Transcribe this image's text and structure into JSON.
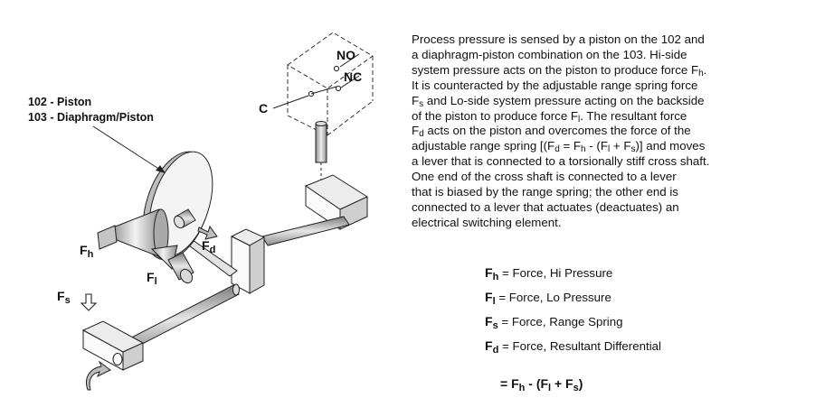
{
  "diagram": {
    "labels": {
      "no": "NO",
      "nc": "NC",
      "c": "C",
      "piston_102": "102 - Piston",
      "diaphragm_103": "103 - Diaphragm/Piston"
    },
    "forces": {
      "fh_main": "F",
      "fh_sub": "h",
      "fd_main": "F",
      "fd_sub": "d",
      "fl_main": "F",
      "fl_sub": "l",
      "fs_main": "F",
      "fs_sub": "s"
    }
  },
  "description": {
    "lines": [
      [
        "Process pressure is sensed by a piston on the 102 and"
      ],
      [
        "a diaphragm-piston combination on the 103. Hi-side"
      ],
      [
        "system pressure acts on the piston to produce force F",
        {
          "sub": "h"
        },
        "."
      ],
      [
        "It is counteracted by the adjustable range spring force"
      ],
      [
        "F",
        {
          "sub": "s"
        },
        " and Lo-side system pressure acting on the backside"
      ],
      [
        "of the piston to produce force F",
        {
          "sub": "l"
        },
        ". The resultant force"
      ],
      [
        "F",
        {
          "sub": "d"
        },
        " acts on the piston and overcomes the force of the"
      ],
      [
        "adjustable range spring [(F",
        {
          "sub": "d"
        },
        " = F",
        {
          "sub": "h"
        },
        " - (F",
        {
          "sub": "l"
        },
        " + F",
        {
          "sub": "s"
        },
        ")] and moves"
      ],
      [
        "a lever that is connected to a torsionally stiff cross shaft."
      ],
      [
        "One end of the cross shaft is connected to a lever"
      ],
      [
        "that is biased by the range spring; the other end is"
      ],
      [
        "connected to a lever that actuates (deactuates) an"
      ],
      [
        "electrical switching element."
      ]
    ]
  },
  "legend": [
    {
      "sym_main": "F",
      "sym_sub": "h",
      "text": " = Force, Hi Pressure"
    },
    {
      "sym_main": "F",
      "sym_sub": "l",
      "text": " = Force, Lo Pressure"
    },
    {
      "sym_main": "F",
      "sym_sub": "s",
      "text": " = Force, Range Spring"
    },
    {
      "sym_main": "F",
      "sym_sub": "d",
      "text": " = Force, Resultant Differential"
    }
  ],
  "equation": {
    "eq": "= ",
    "f1": "F",
    "s1": "h",
    "mid": " - (F",
    "s2": "l",
    "plus": " + F",
    "s3": "s",
    "end": ")"
  }
}
